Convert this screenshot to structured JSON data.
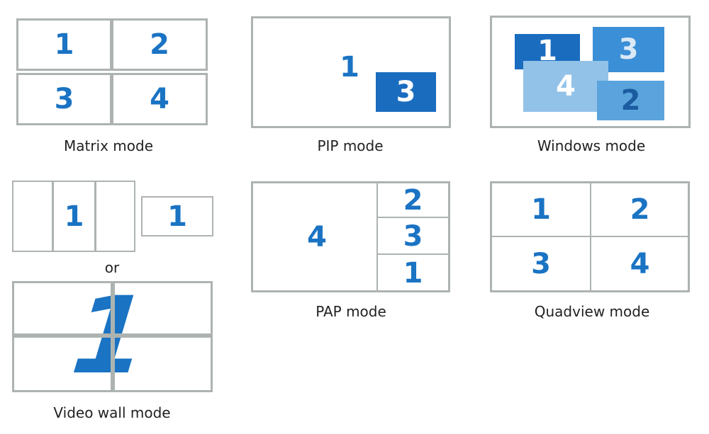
{
  "colors": {
    "frame_gray": "#adb3b1",
    "number_blue": "#1a73c3",
    "window_dark": "#1a6cbf",
    "window_mid": "#3b8fd6",
    "window_light": "#93c2e8",
    "window_medium": "#5aa3dc"
  },
  "matrix": {
    "caption": "Matrix mode",
    "cells": [
      "1",
      "2",
      "3",
      "4"
    ]
  },
  "pip": {
    "caption": "PIP mode",
    "main": "1",
    "inset": "3"
  },
  "windows": {
    "caption": "Windows mode",
    "w1": "1",
    "w3": "3",
    "w4": "4",
    "w2": "2"
  },
  "videowall": {
    "caption": "Video wall mode",
    "top_left_num": "1",
    "top_right_num": "1",
    "or_text": "or",
    "big_num": "1"
  },
  "pap": {
    "caption": "PAP mode",
    "main": "4",
    "stack": [
      "2",
      "3",
      "1"
    ]
  },
  "quadview": {
    "caption": "Quadview mode",
    "cells": [
      "1",
      "2",
      "3",
      "4"
    ]
  }
}
